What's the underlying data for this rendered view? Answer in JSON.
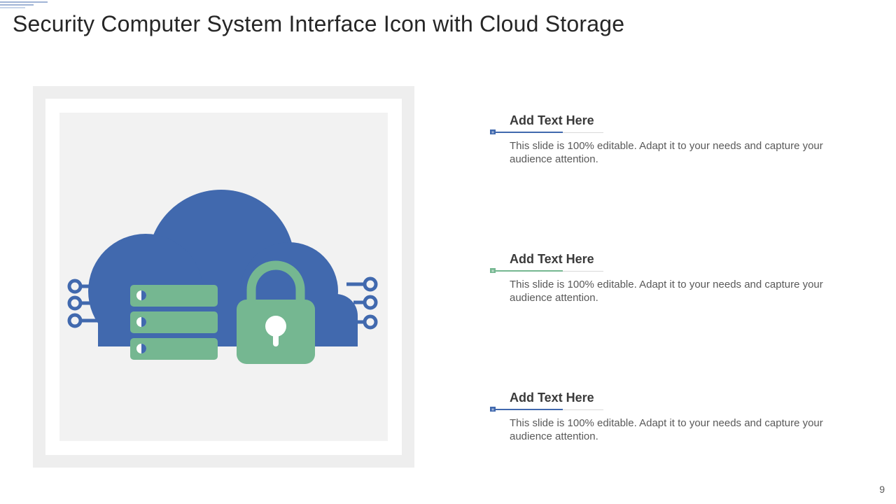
{
  "slide": {
    "title": "Security Computer System Interface Icon with Cloud Storage",
    "page_number": "9"
  },
  "colors": {
    "blue": "#4169ae",
    "green": "#75b791",
    "frame_gray": "#eeeeee",
    "inner_gray": "#f2f2f2"
  },
  "illustration": {
    "icon": "cloud-lock-server-icon"
  },
  "items": [
    {
      "heading": "Add Text Here",
      "body": "This slide is 100% editable. Adapt it to your  needs and capture your audience attention.",
      "accent": "#4169ae"
    },
    {
      "heading": "Add Text Here",
      "body": "This slide is 100% editable. Adapt it to your  needs and capture your audience attention.",
      "accent": "#75b791"
    },
    {
      "heading": "Add Text Here",
      "body": "This slide is 100% editable. Adapt it to your  needs and capture your audience attention.",
      "accent": "#4169ae"
    }
  ]
}
